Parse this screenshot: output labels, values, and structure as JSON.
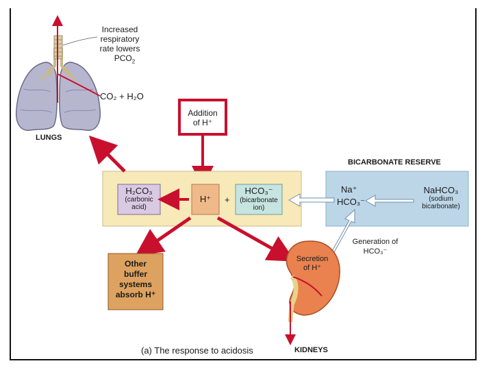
{
  "lungs": {
    "label": "LUNGS",
    "note_line1": "Increased",
    "note_line2": "respiratory",
    "note_line3": "rate lowers",
    "note_pco2": "PCO",
    "note_pco2_sub": "2",
    "exhale": "CO₂ + H₂O"
  },
  "addition": {
    "line1": "Addition",
    "line2": "of H⁺"
  },
  "buffer_row": {
    "h2co3": "H₂CO₃",
    "h2co3_name": "(carbonic acid)",
    "hplus": "H⁺",
    "plus": "+",
    "hco3": "HCO₃⁻",
    "hco3_name": "(bicarbonate ion)"
  },
  "reserve": {
    "title": "BICARBONATE RESERVE",
    "na": "Na⁺",
    "hco3": "HCO₃⁻",
    "nahco3": "NaHCO₃",
    "nahco3_name": "(sodium bicarbonate)"
  },
  "generation": {
    "line1": "Generation of",
    "line2": "HCO₃⁻"
  },
  "other_buffers": {
    "line1": "Other",
    "line2": "buffer",
    "line3": "systems",
    "line4": "absorb H⁺"
  },
  "kidneys": {
    "label": "KIDNEYS",
    "secretion_line1": "Secretion",
    "secretion_line2": "of H⁺"
  },
  "caption": "(a) The response to acidosis",
  "colors": {
    "red_arrow": "#c8102e",
    "buffer_panel": "#f8e9b8",
    "reserve_panel": "#bcd6e8",
    "h2co3_box": "#d9c9e3",
    "hplus_box": "#f0b98a",
    "hco3_box": "#c6e4e0",
    "other_box": "#dea260",
    "kidney": "#e9824f",
    "lung": "#b7b6cf"
  }
}
